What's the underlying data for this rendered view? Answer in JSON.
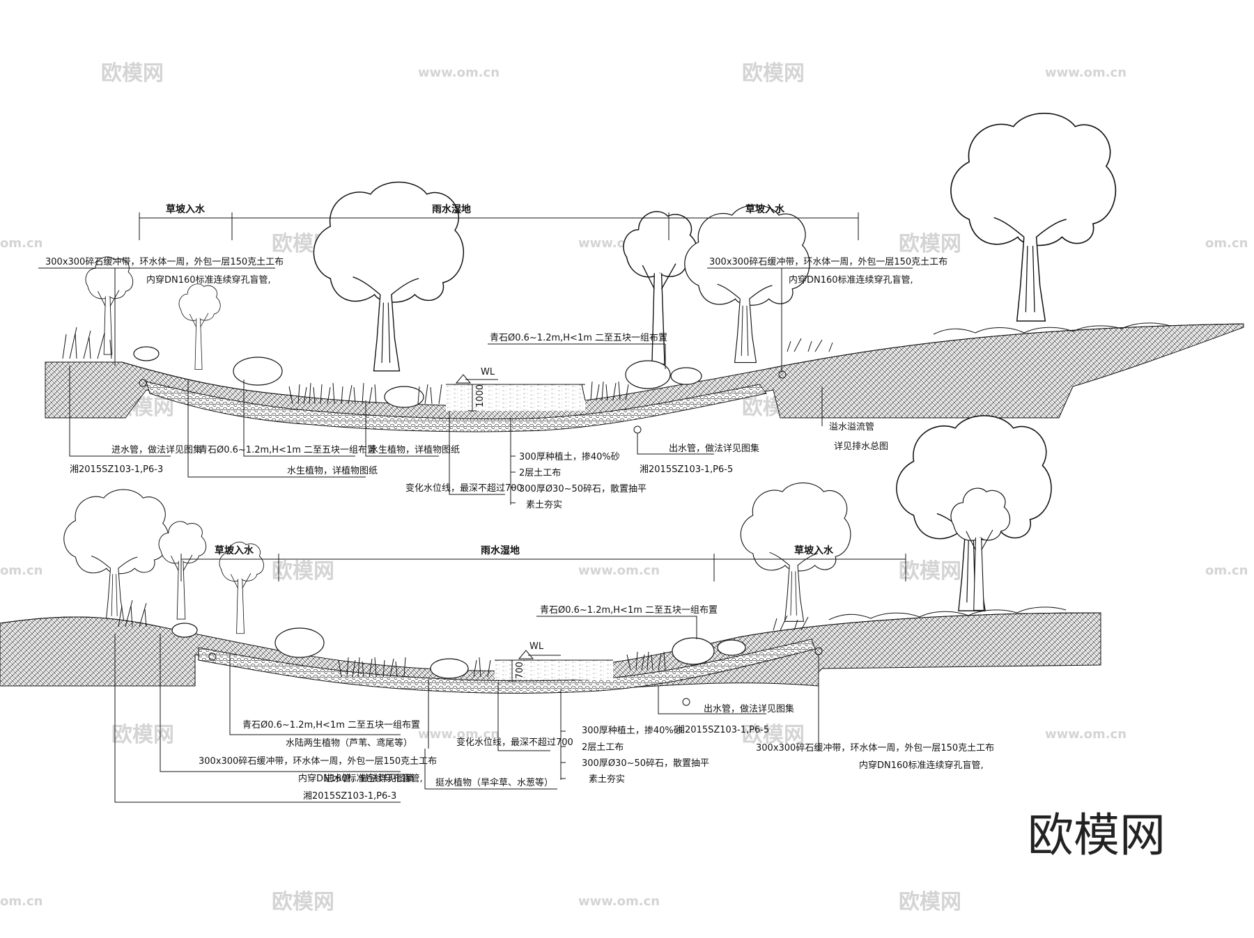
{
  "colors": {
    "line": "#111111",
    "watermark": "#d4d4d4",
    "background": "#ffffff"
  },
  "watermarks": {
    "brand": "欧模网",
    "url": "www.om.cn",
    "url_short": "om.cn"
  },
  "logo": "欧模网",
  "section1": {
    "zones": {
      "left": "草坡入水",
      "center": "雨水湿地",
      "right": "草坡入水"
    },
    "wl": "WL",
    "depth": "1000",
    "labels": {
      "gravel_strip_left": "300x300碎石缓冲带，环水体一周，外包一层150克土工布",
      "pipe_left": "内穿DN160标准连续穿孔盲管,",
      "gravel_strip_right": "300x300碎石缓冲带，环水体一周，外包一层150克土工布",
      "pipe_right": "内穿DN160标准连续穿孔盲管,",
      "boulder_top": "青石Ø0.6~1.2m,H<1m  二至五块一组布置",
      "inlet": "进水管，做法详见图集",
      "inlet_ref": "湘2015SZ103-1,P6-3",
      "boulder_bottom": "青石Ø0.6~1.2m,H<1m  二至五块一组布置",
      "aquatic_1": "水生植物，详植物图纸",
      "aquatic_2": "水生植物，详植物图纸",
      "water_level": "变化水位线，最深不超过700",
      "layer_1": "300厚种植土，掺40%砂",
      "layer_2": "2层土工布",
      "layer_3": "300厚Ø30~50碎石，散置抽平",
      "layer_4": "素土夯实",
      "outlet": "出水管，做法详见图集",
      "outlet_ref": "湘2015SZ103-1,P6-5",
      "overflow": "溢水溢流管",
      "overflow_ref": "详见排水总图"
    }
  },
  "section2": {
    "zones": {
      "left": "草坡入水",
      "center": "雨水湿地",
      "right": "草坡入水"
    },
    "wl": "WL",
    "depth": "700",
    "labels": {
      "boulder_top": "青石Ø0.6~1.2m,H<1m  二至五块一组布置",
      "boulder_bottom": "青石Ø0.6~1.2m,H<1m  二至五块一组布置",
      "wet_plants": "水陆两生植物（芦苇、鸢尾等）",
      "gravel_strip_left": "300x300碎石缓冲带，环水体一周，外包一层150克土工布",
      "pipe_left": "内穿DN160标准连续穿孔盲管,",
      "inlet": "进水管，做法详见图集",
      "inlet_ref": "湘2015SZ103-1,P6-3",
      "water_level": "变化水位线，最深不超过700",
      "emergent": "挺水植物（旱伞草、水葱等）",
      "layer_1": "300厚种植土，掺40%砂",
      "layer_2": "2层土工布",
      "layer_3": "300厚Ø30~50碎石，散置抽平",
      "layer_4": "素土夯实",
      "outlet": "出水管，做法详见图集",
      "outlet_ref": "湘2015SZ103-1,P6-5",
      "gravel_strip_right": "300x300碎石缓冲带，环水体一周，外包一层150克土工布",
      "pipe_right": "内穿DN160标准连续穿孔盲管,"
    }
  }
}
